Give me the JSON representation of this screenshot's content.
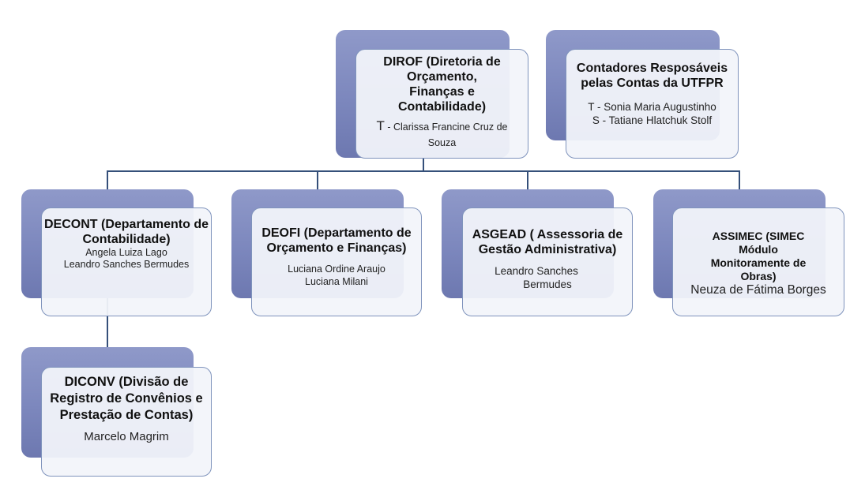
{
  "nodes": {
    "dirof": {
      "title": "DIROF (Diretoria de Orçamento, Finanças e Contabilidade)",
      "line1_prefix": "T",
      "line1_rest": " - Clarissa Francine Cruz de",
      "line2": "Souza"
    },
    "contadores": {
      "title": "Contadores Resposáveis pelas Contas da UTFPR",
      "line1": "T - Sonia Maria Augustinho",
      "line2": "S - Tatiane Hlatchuk Stolf"
    },
    "decont": {
      "title": "DECONT (Departamento de Contabilidade)",
      "line1": "Angela Luiza Lago",
      "line2": "Leandro Sanches Bermudes"
    },
    "deofi": {
      "title": "DEOFI (Departamento de Orçamento e Finanças)",
      "line1": "Luciana Ordine Araujo",
      "line2": "Luciana Milani"
    },
    "asgead": {
      "title": "ASGEAD ( Assessoria de Gestão Administrativa)",
      "line1": "Leandro Sanches",
      "line2": "Bermudes"
    },
    "assimec": {
      "title": "ASSIMEC (SIMEC Módulo Monitoramente de Obras)",
      "line1": "Neuza de Fátima Borges"
    },
    "diconv": {
      "title": "DICONV (Divisão de Registro de Convênios e Prestação de Contas)",
      "line1": "Marcelo Magrim"
    }
  },
  "colors": {
    "back_shape": "#7c87bd",
    "card_border": "#7f93bc",
    "connector": "#35507a"
  }
}
